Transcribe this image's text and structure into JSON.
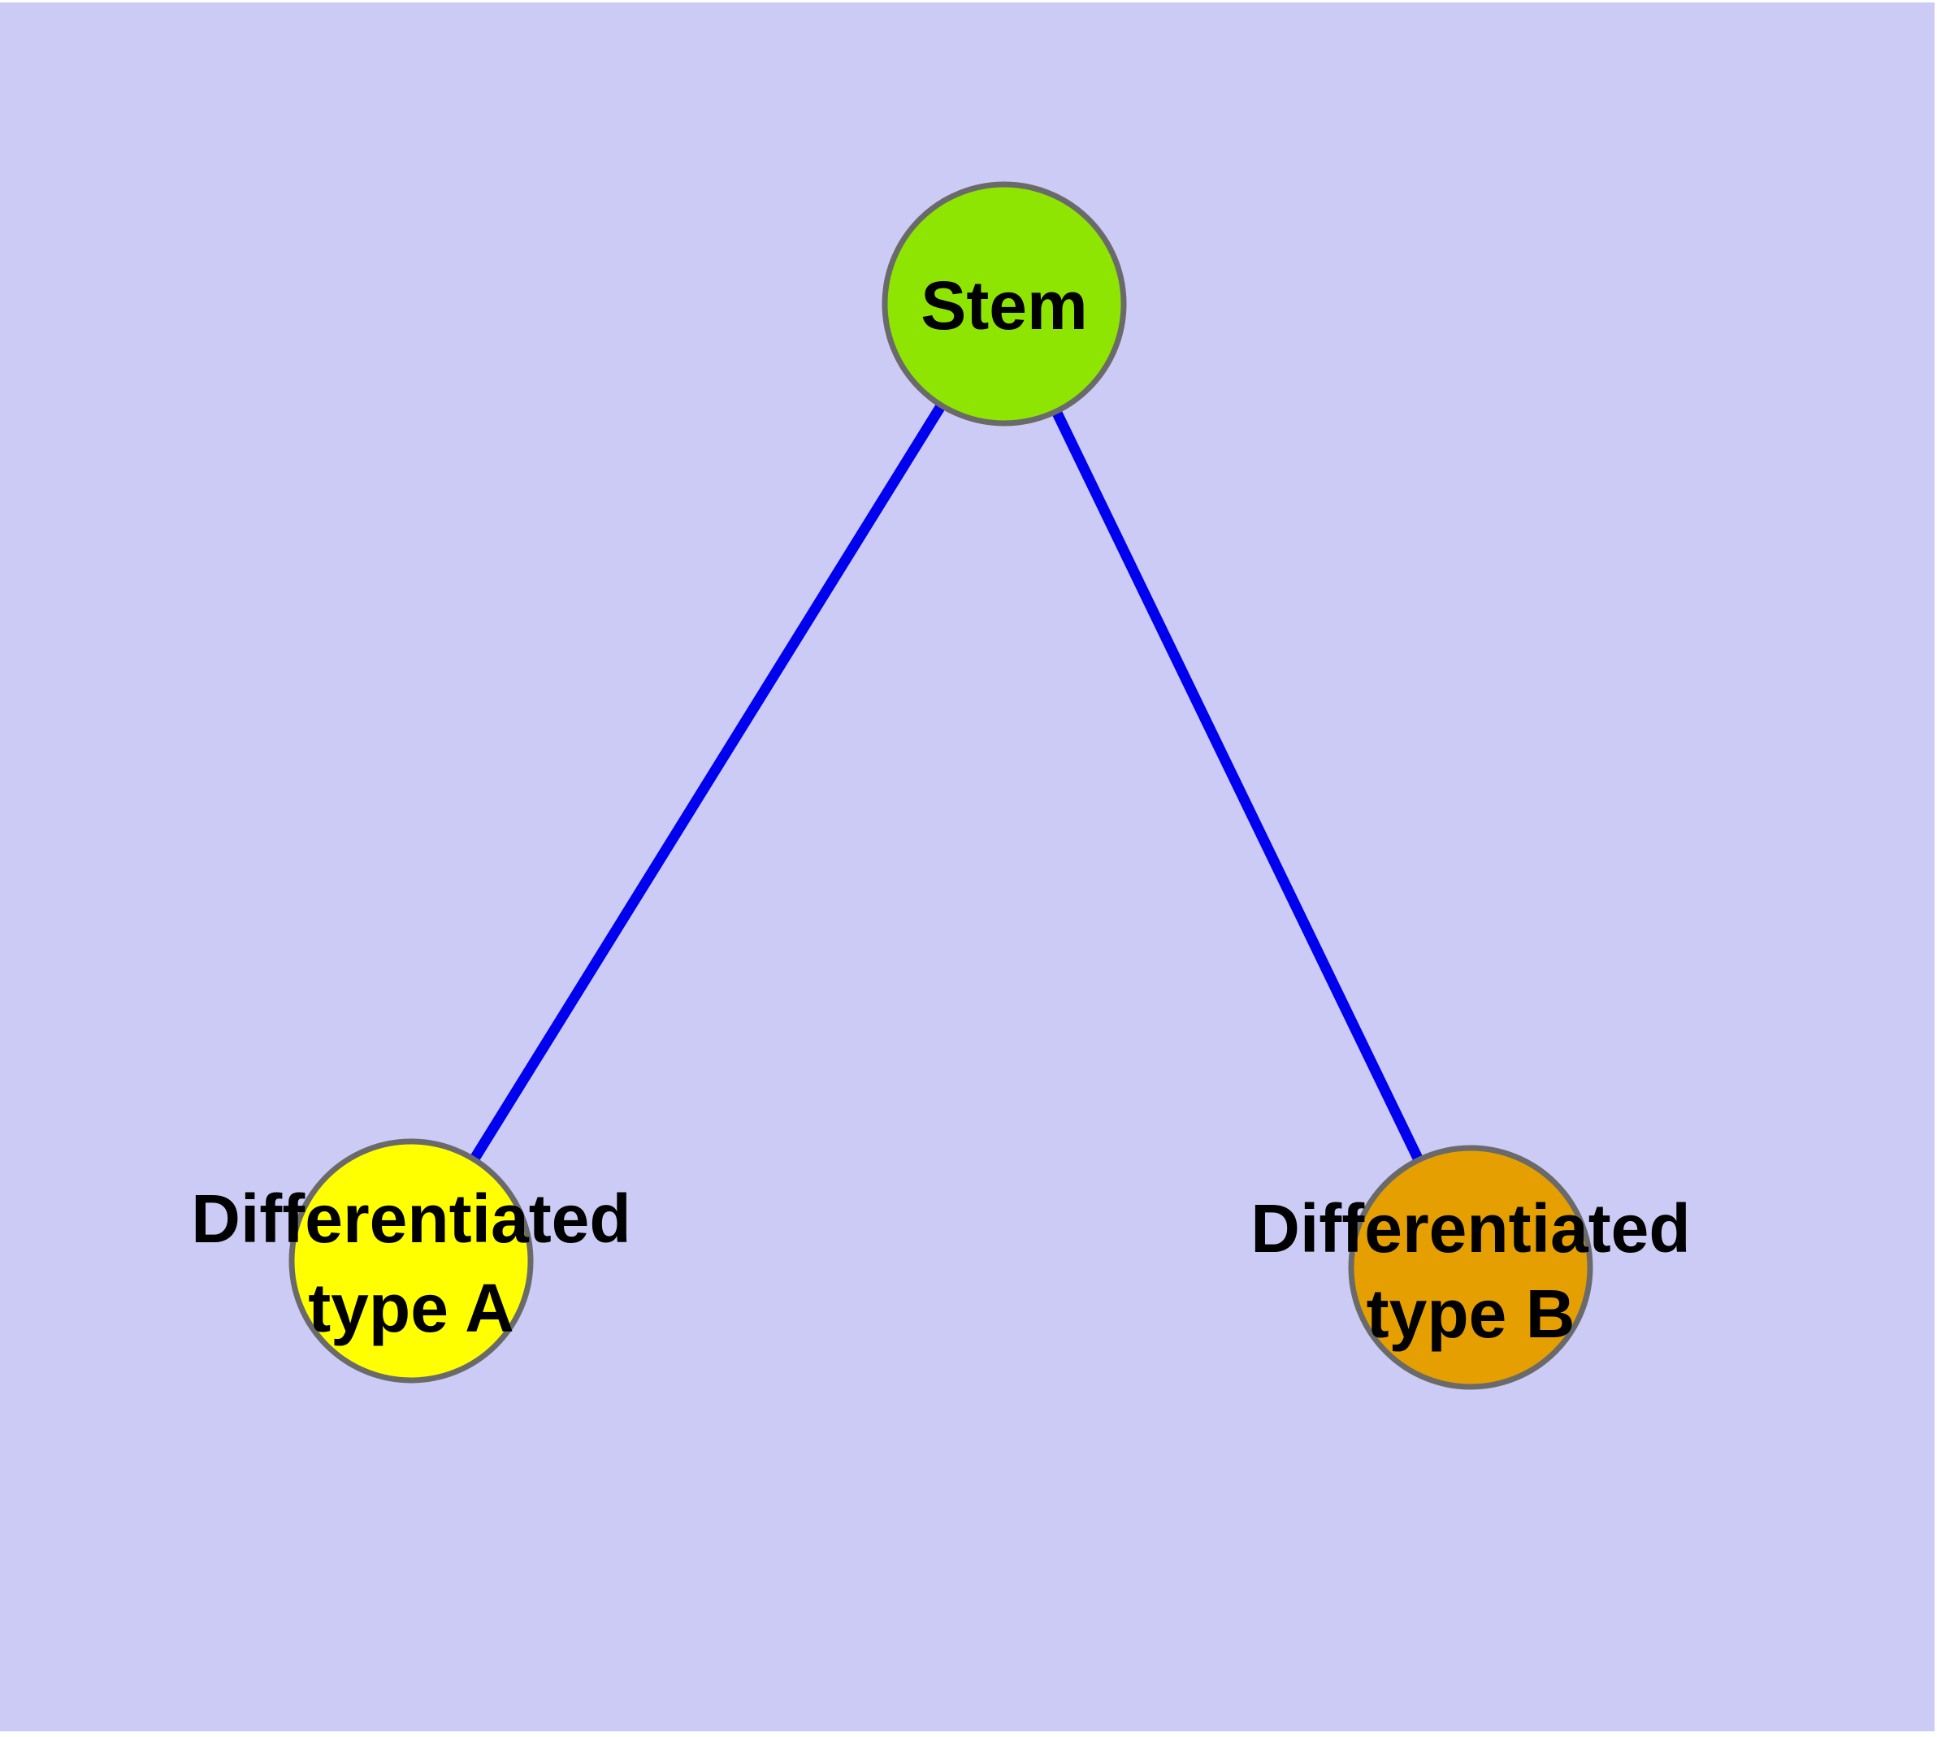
{
  "diagram": {
    "colors": {
      "page_background": "#ffffff",
      "panel_background": "#cbcbf6",
      "edge": "#0000ee",
      "node_border": "#6a6a6a",
      "label_text": "#000000"
    },
    "nodes": [
      {
        "id": "stem",
        "label": "Stem",
        "lines": [
          "Stem"
        ],
        "fill": "#8fe502"
      },
      {
        "id": "diff-a",
        "label": "Differentiated type A",
        "lines": [
          "Differentiated",
          "type A"
        ],
        "fill": "#ffff00"
      },
      {
        "id": "diff-b",
        "label": "Differentiated type B",
        "lines": [
          "Differentiated",
          "type B"
        ],
        "fill": "#e69f00"
      }
    ],
    "edges": [
      {
        "from": "Stem",
        "to": "Differentiated type A"
      },
      {
        "from": "Stem",
        "to": "Differentiated type B"
      }
    ]
  }
}
